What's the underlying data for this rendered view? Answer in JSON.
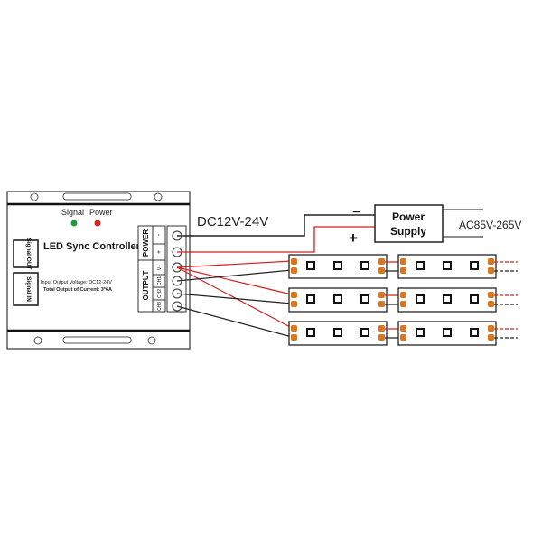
{
  "controller": {
    "indicator_signal": "Signal",
    "indicator_power": "Power",
    "title": "LED Sync Controller",
    "signal_out": "Signal OUT",
    "signal_in": "Signal IN",
    "spec_line1": "Input Output Voltage: DC12-24V",
    "spec_line2": "Total Output of Current: 3*6A",
    "power_label": "POWER",
    "output_label": "OUTPUT",
    "power_minus": "-",
    "power_plus": "+",
    "out_vplus": "V+",
    "out_ch1": "CH1",
    "out_ch2": "CH2",
    "out_ch3": "CH3"
  },
  "dc_label": "DC12V-24V",
  "power_supply": {
    "line1": "Power",
    "line2": "Supply",
    "minus": "−",
    "plus": "+"
  },
  "ac_label": "AC85V-265V",
  "colors": {
    "positive_wire": "#d42020",
    "negative_wire": "#222222",
    "pad": "#d9761e",
    "led_green": "#1e9e3a",
    "led_red": "#d8261e"
  }
}
